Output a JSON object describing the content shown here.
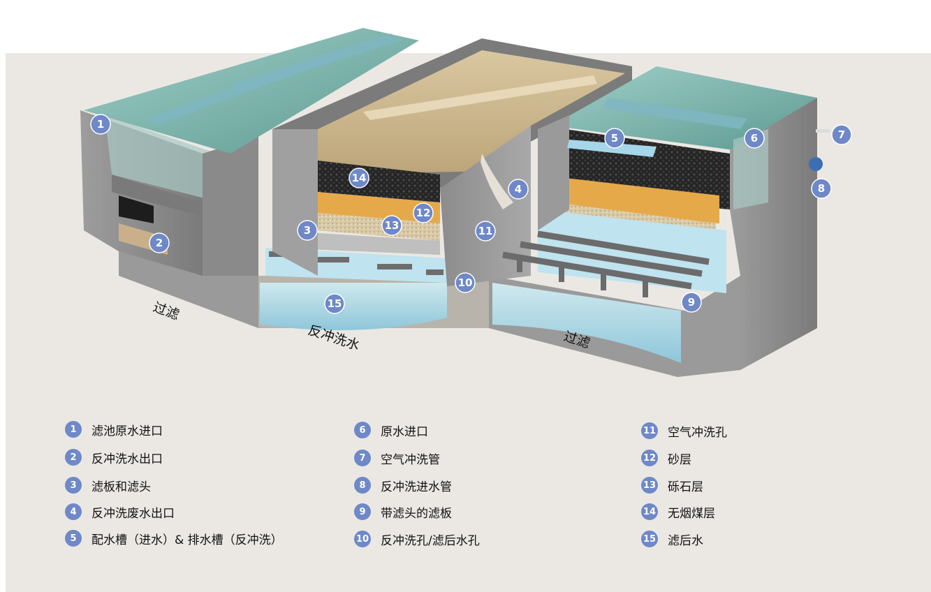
{
  "diagram": {
    "flow_labels": {
      "left": "过滤",
      "middle": "反冲洗水",
      "right": "过滤"
    },
    "callouts": [
      "1",
      "2",
      "3",
      "4",
      "5",
      "6",
      "7",
      "8",
      "9",
      "10",
      "11",
      "12",
      "13",
      "14",
      "15"
    ]
  },
  "legend": {
    "items": [
      {
        "num": "1",
        "label": "滤池原水进口"
      },
      {
        "num": "2",
        "label": "反冲洗水出口"
      },
      {
        "num": "3",
        "label": "滤板和滤头"
      },
      {
        "num": "4",
        "label": "反冲洗废水出口"
      },
      {
        "num": "5",
        "label": "配水槽（进水）& 排水槽（反冲洗）"
      },
      {
        "num": "6",
        "label": "原水进口"
      },
      {
        "num": "7",
        "label": "空气冲洗管"
      },
      {
        "num": "8",
        "label": "反冲洗进水管"
      },
      {
        "num": "9",
        "label": "带滤头的滤板"
      },
      {
        "num": "10",
        "label": "反冲洗孔/滤后水孔"
      },
      {
        "num": "11",
        "label": "空气冲洗孔"
      },
      {
        "num": "12",
        "label": "砂层"
      },
      {
        "num": "13",
        "label": "砾石层"
      },
      {
        "num": "14",
        "label": "无烟煤层"
      },
      {
        "num": "15",
        "label": "滤后水"
      }
    ]
  },
  "colors": {
    "accent": "#6e88c8",
    "panel": "#ebe8e3",
    "concrete": "#8f8f8f",
    "water": "#a9d4e4",
    "sand": "#e9c27a",
    "anthracite": "#2b2b2b"
  }
}
